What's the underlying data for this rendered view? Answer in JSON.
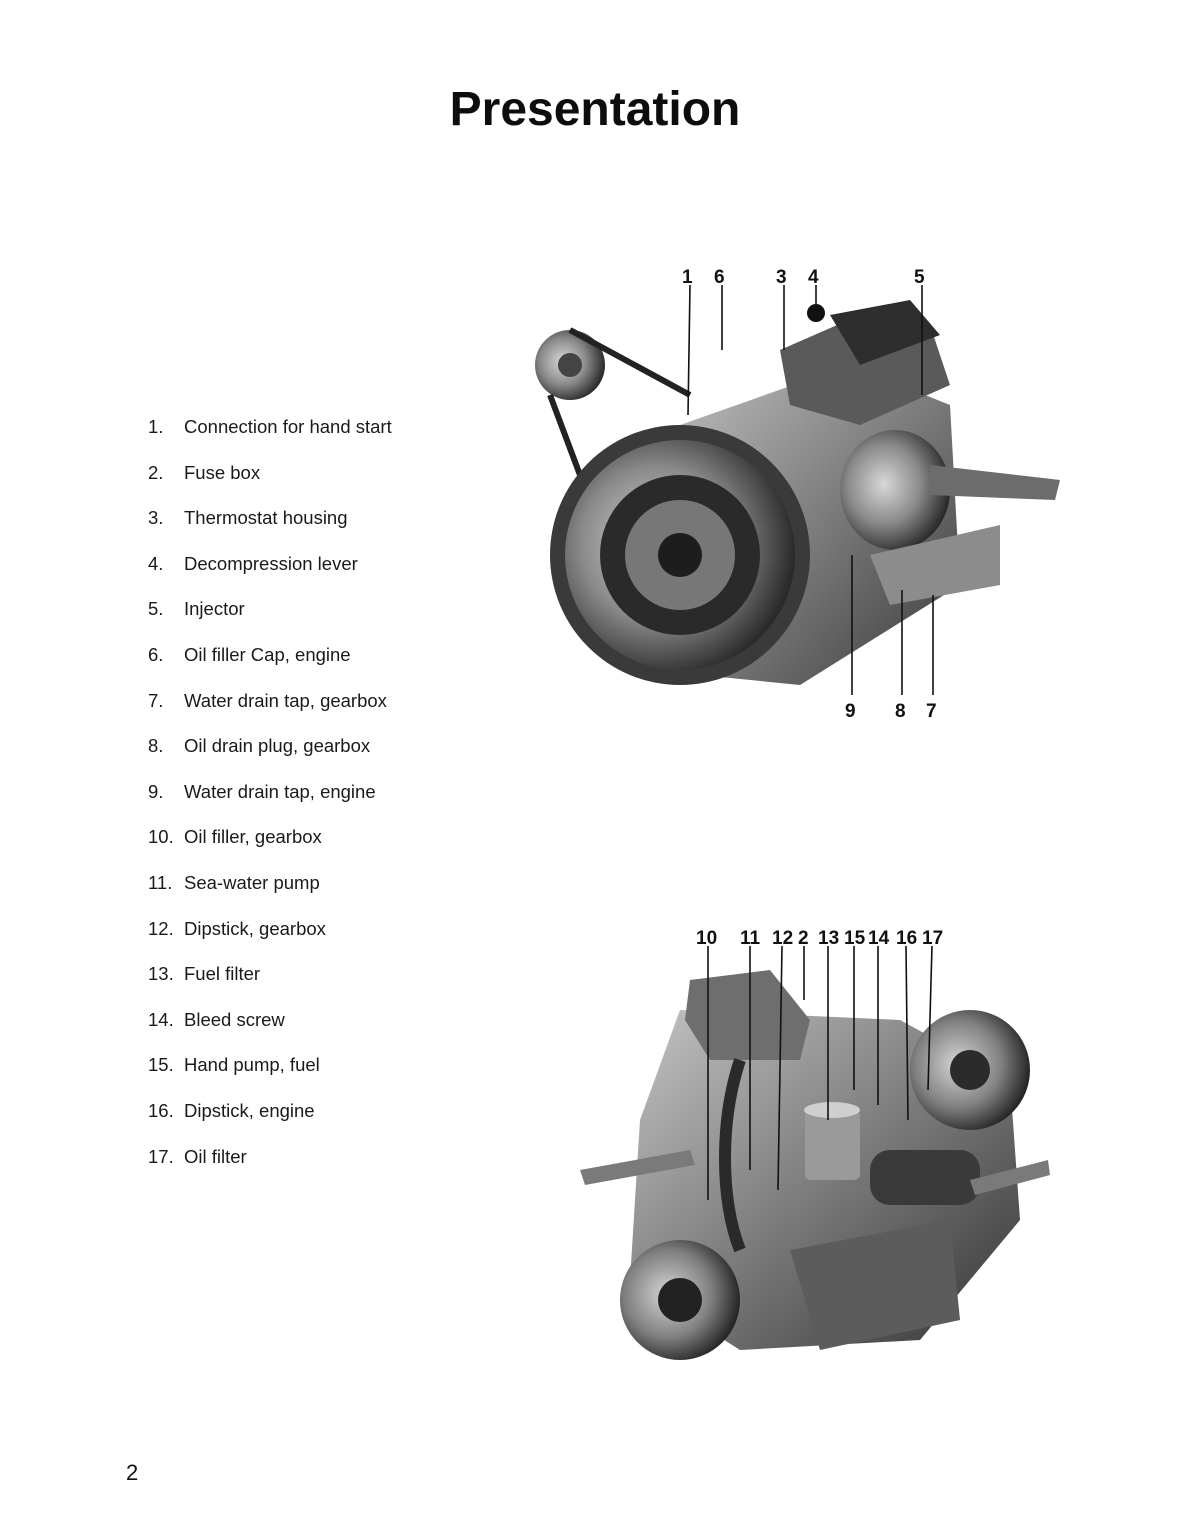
{
  "page": {
    "title": "Presentation",
    "page_number": "2"
  },
  "legend": [
    {
      "num": "1.",
      "label": "Connection for hand start"
    },
    {
      "num": "2.",
      "label": "Fuse box"
    },
    {
      "num": "3.",
      "label": "Thermostat housing"
    },
    {
      "num": "4.",
      "label": "Decompression lever"
    },
    {
      "num": "5.",
      "label": "Injector"
    },
    {
      "num": "6.",
      "label": "Oil filler Cap, engine"
    },
    {
      "num": "7.",
      "label": "Water drain tap, gearbox"
    },
    {
      "num": "8.",
      "label": "Oil drain plug, gearbox"
    },
    {
      "num": "9.",
      "label": "Water drain tap, engine"
    },
    {
      "num": "10.",
      "label": "Oil filler, gearbox"
    },
    {
      "num": "11.",
      "label": "Sea-water pump"
    },
    {
      "num": "12.",
      "label": "Dipstick, gearbox"
    },
    {
      "num": "13.",
      "label": "Fuel filter"
    },
    {
      "num": "14.",
      "label": "Bleed screw"
    },
    {
      "num": "15.",
      "label": "Hand pump, fuel"
    },
    {
      "num": "16.",
      "label": "Dipstick, engine"
    },
    {
      "num": "17.",
      "label": "Oil filter"
    }
  ],
  "figure1": {
    "callouts": [
      "1",
      "6",
      "3",
      "4",
      "5",
      "9",
      "8",
      "7"
    ]
  },
  "figure2": {
    "callouts": [
      "10",
      "11",
      "12",
      "2",
      "13",
      "15",
      "14",
      "16",
      "17"
    ]
  }
}
